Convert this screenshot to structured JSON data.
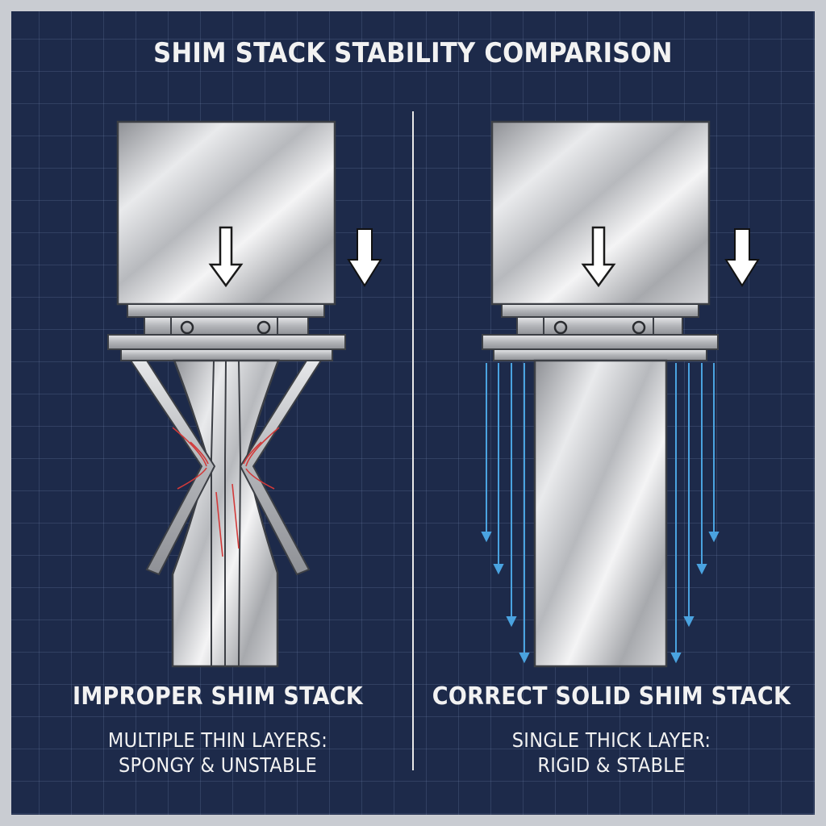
{
  "title": "SHIM STACK STABILITY COMPARISON",
  "left_panel": {
    "heading": "IMPROPER SHIM STACK",
    "caption_line1": "MULTIPLE THIN LAYERS:",
    "caption_line2": "SPONGY & UNSTABLE"
  },
  "right_panel": {
    "heading": "CORRECT SOLID SHIM STACK",
    "caption_line1": "SINGLE THICK LAYER:",
    "caption_line2": "RIGID & STABLE"
  },
  "colors": {
    "background": "#1d2a4a",
    "grid": "#4a5a80",
    "metal": "#c8c9cc",
    "stress_lines": "#d23a3a",
    "load_arrows": "#4aa3e0",
    "text": "#f2f2f2"
  },
  "icons": [
    "down-arrow-icon",
    "bolt-head-icon"
  ]
}
